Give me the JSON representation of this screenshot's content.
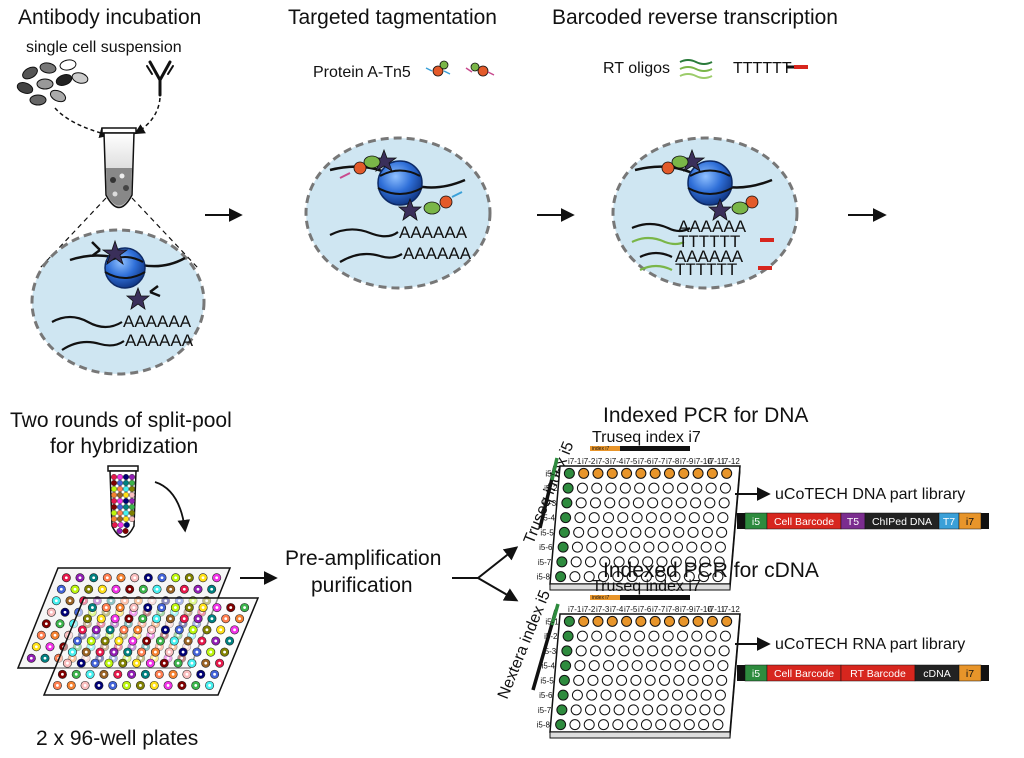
{
  "top": {
    "step1_title": "Antibody incubation",
    "step1_sub": "single cell suspension",
    "step2_title": "Targeted tagmentation",
    "step2_sub": "Protein A-Tn5",
    "step3_title": "Barcoded reverse transcription",
    "step3_rt": "RT oligos",
    "step3_polyT": "TTTTTT",
    "polyA": "AAAAAA",
    "polyT": "TTTTTT"
  },
  "bottom": {
    "split_title_1": "Two rounds of split-pool",
    "split_title_2": "for hybridization",
    "plates_label": "2 x 96-well plates",
    "preamp_1": "Pre-amplification",
    "preamp_2": "purification",
    "dna_title": "Indexed PCR for DNA",
    "cdna_title": "Indexed PCR for cDNA",
    "truseq_i7": "Truseq index i7",
    "truseq_i5": "Truseq index i5",
    "nextera_i5": "Nextera index i5",
    "index_i7_tag": "index i7",
    "dna_library": "uCoTECH DNA part library",
    "rna_library": "uCoTECH RNA part library",
    "col_labels": [
      "i7-1",
      "i7-2",
      "i7-3",
      "i7-4",
      "i7-5",
      "i7-6",
      "i7-7",
      "i7-8",
      "i7-9",
      "i7-10",
      "i7-11",
      "i7-12"
    ],
    "row_labels": [
      "i5-1",
      "i5-2",
      "i5-3",
      "i5-4",
      "i5-5",
      "i5-6",
      "i5-7",
      "i5-8"
    ],
    "dna_segments": [
      {
        "label": "i5",
        "color": "#2e8b3e"
      },
      {
        "label": "Cell Barcode",
        "color": "#d7261e"
      },
      {
        "label": "T5",
        "color": "#7b2d8f"
      },
      {
        "label": "ChIPed DNA",
        "color": "#222222"
      },
      {
        "label": "T7",
        "color": "#3aa0d8"
      },
      {
        "label": "i7",
        "color": "#e8952a"
      }
    ],
    "rna_segments": [
      {
        "label": "i5",
        "color": "#2e8b3e"
      },
      {
        "label": "Cell Barcode",
        "color": "#d7261e"
      },
      {
        "label": "RT Barcode",
        "color": "#d7261e"
      },
      {
        "label": "cDNA",
        "color": "#222222"
      },
      {
        "label": "i7",
        "color": "#e8952a"
      }
    ]
  },
  "colors": {
    "cell_fill": "#cfe6f2",
    "nucleosome": "#2f6fd8",
    "green": "#2e8b3e",
    "orange": "#e8952a",
    "red": "#d7261e"
  }
}
